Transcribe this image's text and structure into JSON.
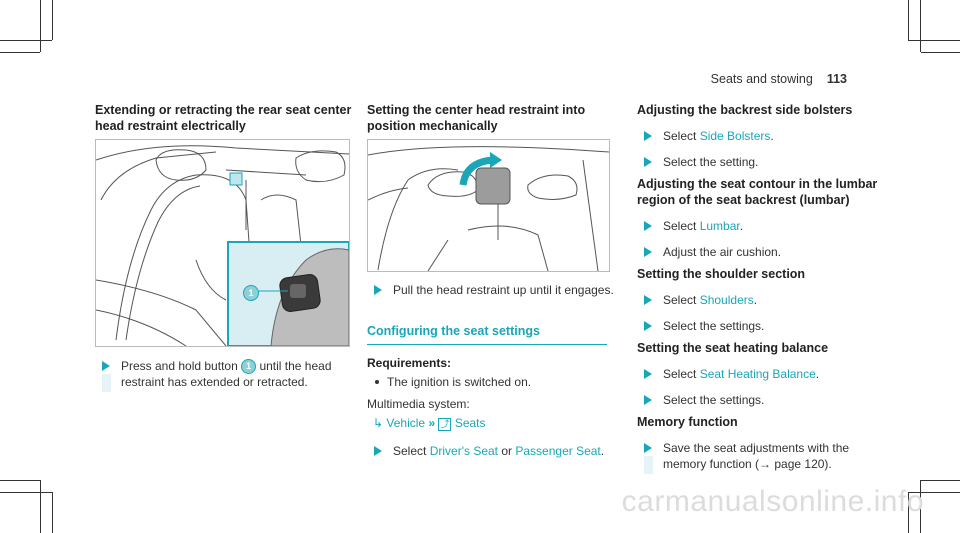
{
  "header": {
    "section": "Seats and stowing",
    "page": "113"
  },
  "col1": {
    "heading": "Extending or retracting the rear seat center head restraint electrically",
    "step1": {
      "pre": "Press and hold button",
      "num": "1",
      "post": "until the head restraint has extended or retracted."
    },
    "callout": "1"
  },
  "col2": {
    "heading": "Setting the center head restraint into position mechanically",
    "step1": "Pull the head restraint up until it engages.",
    "section_title": "Configuring the seat settings",
    "requirements_label": "Requirements:",
    "requirement1": "The ignition is switched on.",
    "multimedia_label": "Multimedia system:",
    "path": {
      "vehicle": "Vehicle",
      "seats": "Seats"
    },
    "step2": {
      "pre": "Select",
      "opt1": "Driver's Seat",
      "mid": "or",
      "opt2": "Passenger Seat",
      "post": "."
    }
  },
  "col3": {
    "h1": "Adjusting the backrest side bolsters",
    "s1": {
      "pre": "Select",
      "opt": "Side Bolsters",
      "post": "."
    },
    "s2": "Select the setting.",
    "h2": "Adjusting the seat contour in the lumbar region of the seat backrest (lumbar)",
    "s3": {
      "pre": "Select",
      "opt": "Lumbar",
      "post": "."
    },
    "s4": "Adjust the air cushion.",
    "h3": "Setting the shoulder section",
    "s5": {
      "pre": "Select",
      "opt": "Shoulders",
      "post": "."
    },
    "s6": "Select the settings.",
    "h4": "Setting the seat heating balance",
    "s7": {
      "pre": "Select",
      "opt": "Seat Heating Balance",
      "post": "."
    },
    "s8": "Select the settings.",
    "h5": "Memory function",
    "s9": "Save the seat adjustments with the memory function (→ page 120)."
  },
  "watermark": "carmanualsonline.info",
  "colors": {
    "accent": "#19a6b8",
    "text": "#333333"
  }
}
